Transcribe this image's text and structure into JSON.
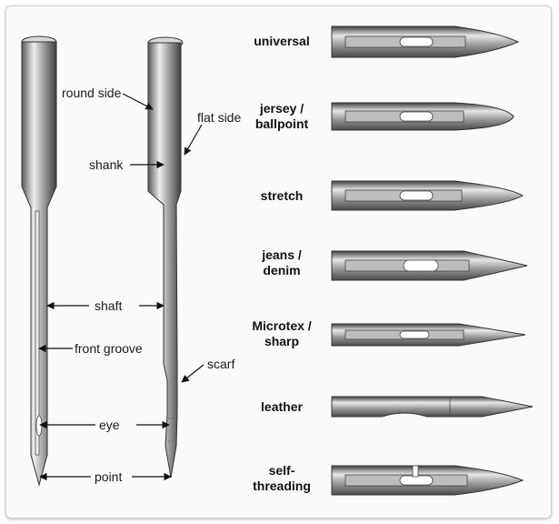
{
  "anatomy_labels": {
    "round_side": "round side",
    "flat_side": "flat side",
    "shank": "shank",
    "shaft": "shaft",
    "front_groove": "front groove",
    "scarf": "scarf",
    "eye": "eye",
    "point": "point"
  },
  "needle_types": [
    {
      "line1": "universal",
      "line2": ""
    },
    {
      "line1": "jersey /",
      "line2": "ballpoint"
    },
    {
      "line1": "stretch",
      "line2": ""
    },
    {
      "line1": "jeans /",
      "line2": "denim"
    },
    {
      "line1": "Microtex /",
      "line2": "sharp"
    },
    {
      "line1": "leather",
      "line2": ""
    },
    {
      "line1": "self-",
      "line2": "threading"
    }
  ],
  "colors": {
    "metal_dark": "#4a4a4a",
    "metal_mid": "#9a9a9a",
    "metal_light": "#e6e6e6",
    "line": "#111111"
  }
}
